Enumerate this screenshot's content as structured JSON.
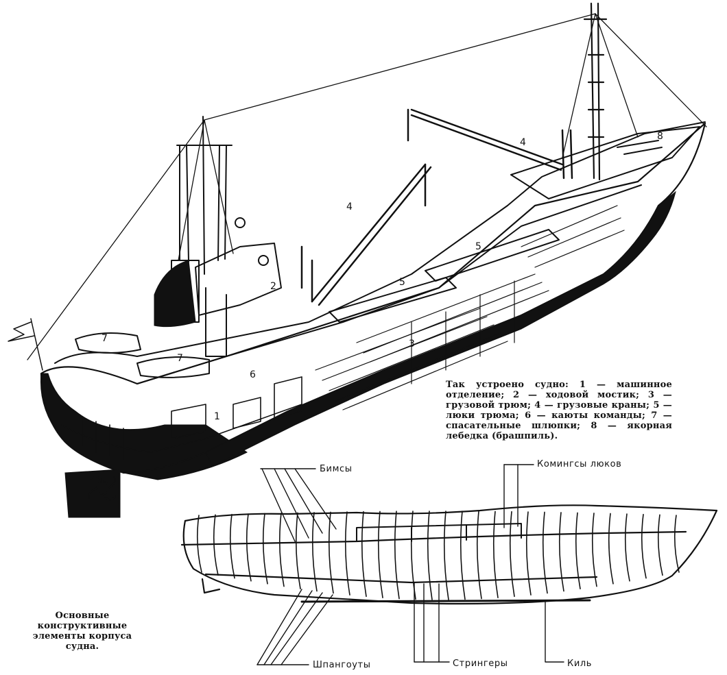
{
  "ship_caption": "Так устроено судно: 1 — машинное отделение; 2 — ходовой мостик; 3 — грузовой трюм; 4 — грузовые краны; 5 — люки трюма; 6 — каюты команды; 7 — спасательные шлюпки; 8 — якорная лебедка (брашпиль).",
  "hull_caption": "Основные конструктивные элементы корпуса судна.",
  "callouts": {
    "n1": "1",
    "n2": "2",
    "n3": "3",
    "n4a": "4",
    "n4b": "4",
    "n5a": "5",
    "n5b": "5",
    "n6": "6",
    "n7a": "7",
    "n7b": "7",
    "n8": "8"
  },
  "hull_labels": {
    "beams": "Бимсы",
    "coamings": "Комингсы люков",
    "frames": "Шпангоуты",
    "stringers": "Стрингеры",
    "keel": "Киль"
  }
}
